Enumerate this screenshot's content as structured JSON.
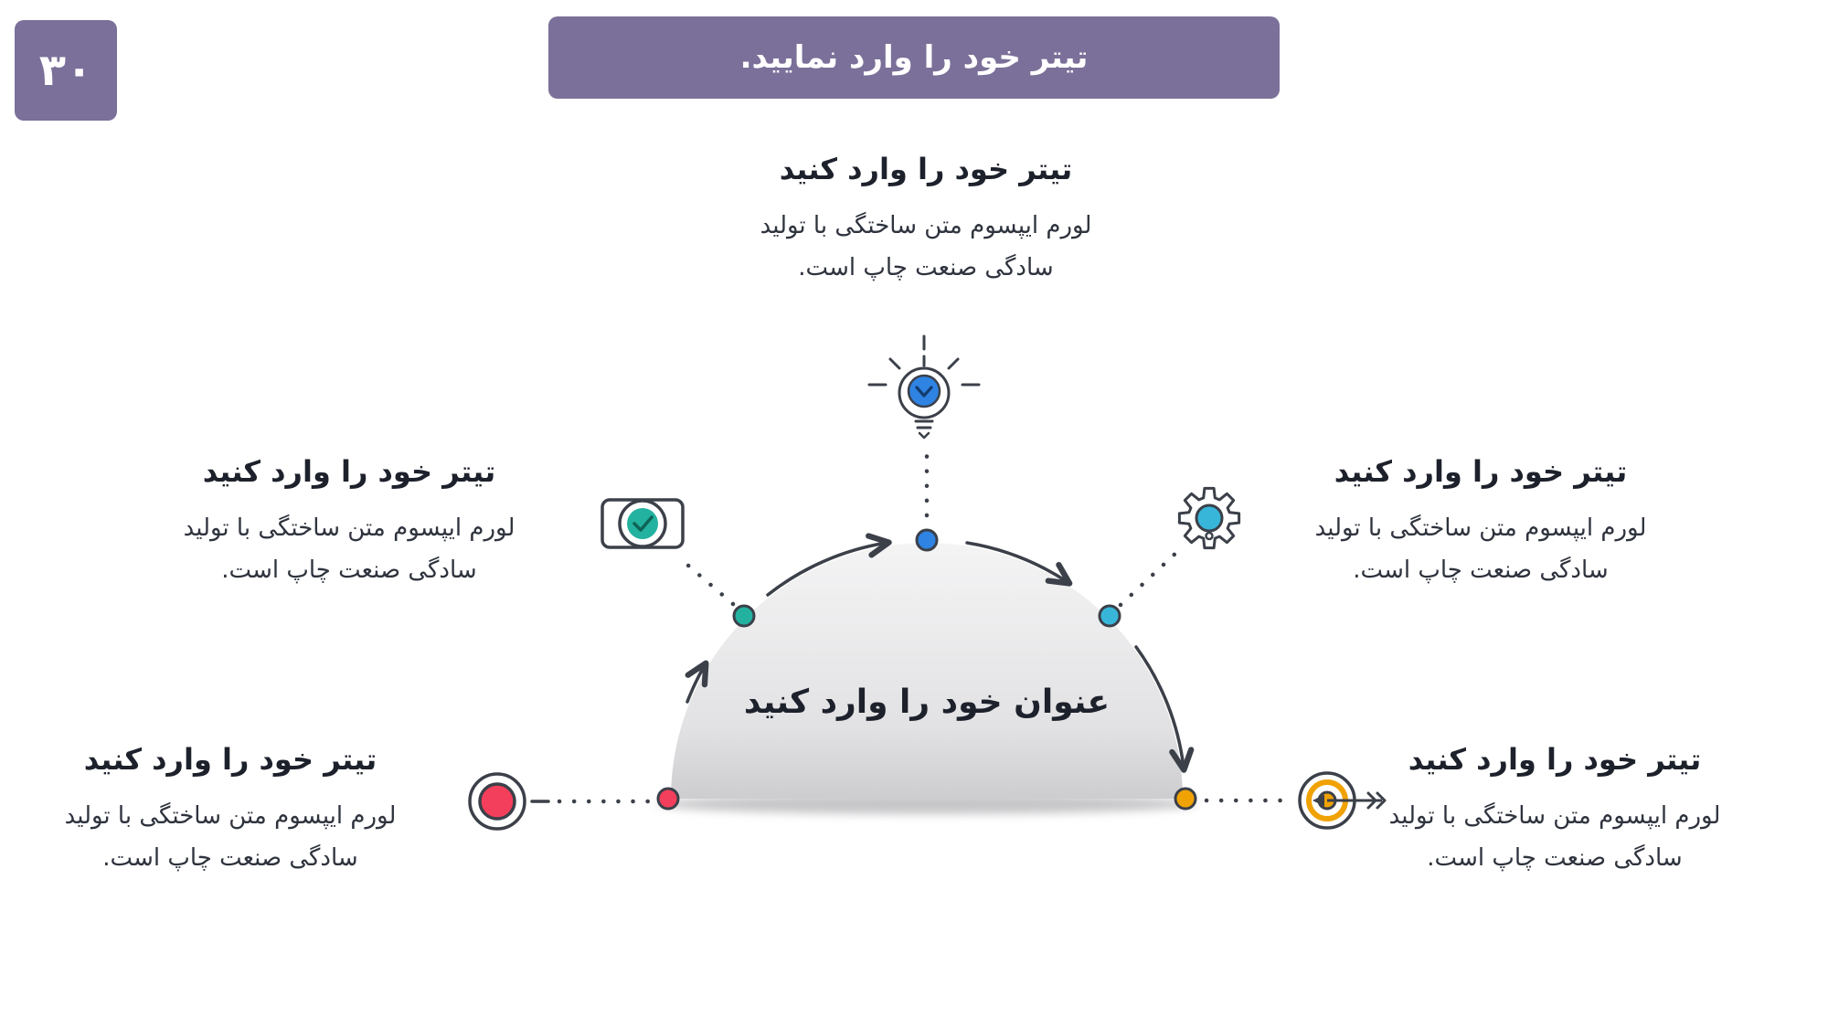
{
  "slide": {
    "badge_number": "۳۰",
    "header_title": "تیتر خود را وارد نمایید.",
    "dome_title": "عنوان خود را وارد کنید"
  },
  "callouts": [
    {
      "id": "top",
      "title": "تیتر خود را وارد کنید",
      "line1": "لورم ایپسوم متن ساختگی با تولید",
      "line2": "سادگی صنعت چاپ است."
    },
    {
      "id": "upper-left",
      "title": "تیتر خود را وارد کنید",
      "line1": "لورم ایپسوم متن ساختگی با تولید",
      "line2": "سادگی صنعت چاپ است."
    },
    {
      "id": "upper-right",
      "title": "تیتر خود را وارد کنید",
      "line1": "لورم ایپسوم متن ساختگی با تولید",
      "line2": "سادگی صنعت چاپ است."
    },
    {
      "id": "lower-left",
      "title": "تیتر خود را وارد کنید",
      "line1": "لورم ایپسوم متن ساختگی با تولید",
      "line2": "سادگی صنعت چاپ است."
    },
    {
      "id": "lower-right",
      "title": "تیتر خود را وارد کنید",
      "line1": "لورم ایپسوم متن ساختگی با تولید",
      "line2": "سادگی صنعت چاپ است."
    }
  ],
  "icons": {
    "bullseye_rings_icon": "#f43f5c",
    "watch_clock_icon": "#23b2a0",
    "lightbulb_icon": "#2e83e3",
    "gear_icon": "#38b6d9",
    "dart_target_icon": "#f0a202"
  },
  "colors": {
    "purple": "#7b7099",
    "red": "#f43f5c",
    "teal": "#23b2a0",
    "blue": "#2e83e3",
    "cyan": "#38b6d9",
    "yellow": "#f0a202",
    "outline": "#3b4049",
    "dome_gray": "#e2e2e4"
  }
}
